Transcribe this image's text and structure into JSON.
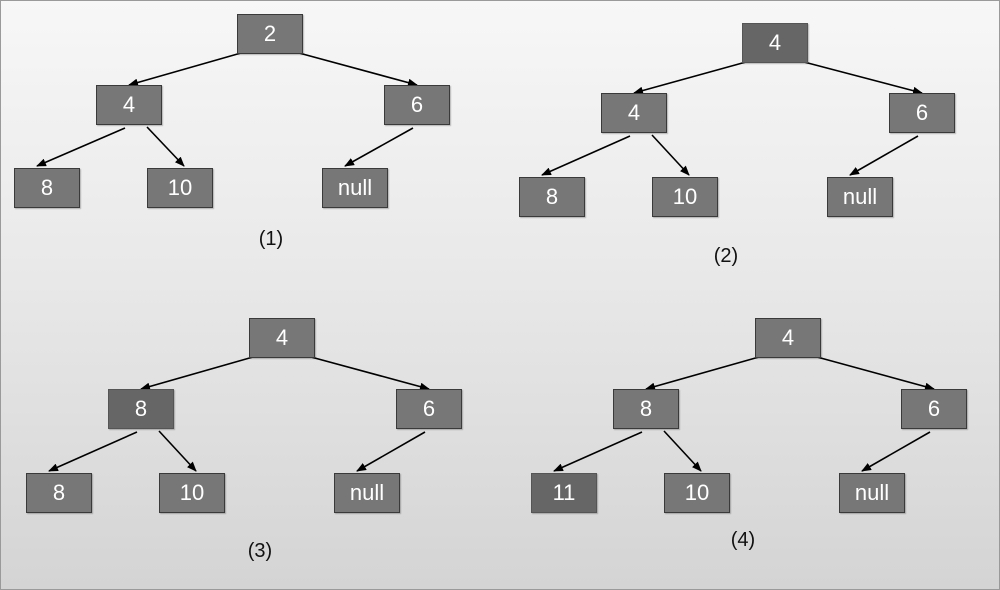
{
  "colors": {
    "node_fill": "#777777",
    "node_fill_highlight": "#666666",
    "node_text": "#ffffff",
    "edge": "#000000",
    "background_top": "#f7f7f7",
    "background_bottom": "#d4d4d4"
  },
  "trees": [
    {
      "caption": "(1)",
      "nodes": {
        "root": {
          "label": "2",
          "highlight": false
        },
        "left": {
          "label": "4",
          "highlight": false
        },
        "right": {
          "label": "6",
          "highlight": false
        },
        "left_left": {
          "label": "8",
          "highlight": false
        },
        "left_right": {
          "label": "10",
          "highlight": false
        },
        "right_left": {
          "label": "null",
          "highlight": false
        }
      }
    },
    {
      "caption": "(2)",
      "nodes": {
        "root": {
          "label": "4",
          "highlight": true
        },
        "left": {
          "label": "4",
          "highlight": false
        },
        "right": {
          "label": "6",
          "highlight": false
        },
        "left_left": {
          "label": "8",
          "highlight": false
        },
        "left_right": {
          "label": "10",
          "highlight": false
        },
        "right_left": {
          "label": "null",
          "highlight": false
        }
      }
    },
    {
      "caption": "(3)",
      "nodes": {
        "root": {
          "label": "4",
          "highlight": false
        },
        "left": {
          "label": "8",
          "highlight": true
        },
        "right": {
          "label": "6",
          "highlight": false
        },
        "left_left": {
          "label": "8",
          "highlight": false
        },
        "left_right": {
          "label": "10",
          "highlight": false
        },
        "right_left": {
          "label": "null",
          "highlight": false
        }
      }
    },
    {
      "caption": "(4)",
      "nodes": {
        "root": {
          "label": "4",
          "highlight": false
        },
        "left": {
          "label": "8",
          "highlight": false
        },
        "right": {
          "label": "6",
          "highlight": false
        },
        "left_left": {
          "label": "11",
          "highlight": true
        },
        "left_right": {
          "label": "10",
          "highlight": false
        },
        "right_left": {
          "label": "null",
          "highlight": false
        }
      }
    }
  ]
}
